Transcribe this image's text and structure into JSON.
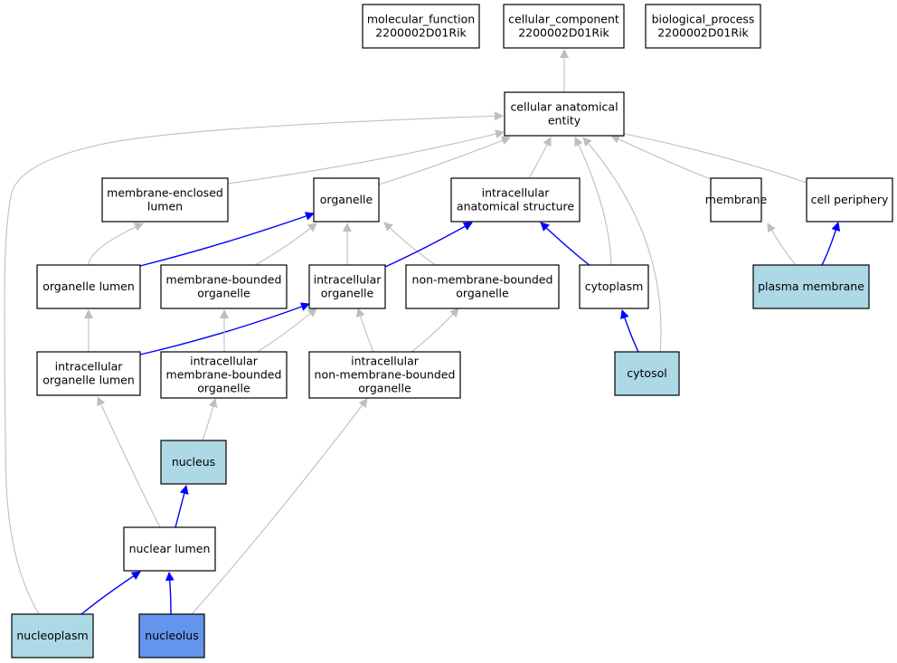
{
  "graph": {
    "colors": {
      "default_fill": "#ffffff",
      "annotated_fill": "#add8e6",
      "selected_fill": "#6495ed",
      "is_a_edge": "#bebebe",
      "part_of_edge": "#0000ff"
    },
    "nodes": [
      {
        "id": "molecular_function",
        "lines": [
          "molecular_function",
          "2200002D01Rik"
        ],
        "style": "default"
      },
      {
        "id": "cellular_component",
        "lines": [
          "cellular_component",
          "2200002D01Rik"
        ],
        "style": "default"
      },
      {
        "id": "biological_process",
        "lines": [
          "biological_process",
          "2200002D01Rik"
        ],
        "style": "default"
      },
      {
        "id": "cellular_anatomical_entity",
        "lines": [
          "cellular anatomical",
          "entity"
        ],
        "style": "default"
      },
      {
        "id": "membrane_enclosed_lumen",
        "lines": [
          "membrane-enclosed",
          "lumen"
        ],
        "style": "default"
      },
      {
        "id": "organelle",
        "lines": [
          "organelle"
        ],
        "style": "default"
      },
      {
        "id": "intracellular_anatomical_structure",
        "lines": [
          "intracellular",
          "anatomical structure"
        ],
        "style": "default"
      },
      {
        "id": "membrane",
        "lines": [
          "membrane"
        ],
        "style": "default"
      },
      {
        "id": "cell_periphery",
        "lines": [
          "cell periphery"
        ],
        "style": "default"
      },
      {
        "id": "organelle_lumen",
        "lines": [
          "organelle lumen"
        ],
        "style": "default"
      },
      {
        "id": "membrane_bounded_organelle",
        "lines": [
          "membrane-bounded",
          "organelle"
        ],
        "style": "default"
      },
      {
        "id": "intracellular_organelle",
        "lines": [
          "intracellular",
          "organelle"
        ],
        "style": "default"
      },
      {
        "id": "non_membrane_bounded_organelle",
        "lines": [
          "non-membrane-bounded",
          "organelle"
        ],
        "style": "default"
      },
      {
        "id": "cytoplasm",
        "lines": [
          "cytoplasm"
        ],
        "style": "default"
      },
      {
        "id": "plasma_membrane",
        "lines": [
          "plasma membrane"
        ],
        "style": "annotated"
      },
      {
        "id": "intracellular_organelle_lumen",
        "lines": [
          "intracellular",
          "organelle lumen"
        ],
        "style": "default"
      },
      {
        "id": "intracellular_membrane_bounded_organelle",
        "lines": [
          "intracellular",
          "membrane-bounded",
          "organelle"
        ],
        "style": "default"
      },
      {
        "id": "intracellular_non_membrane_bounded_organelle",
        "lines": [
          "intracellular",
          "non-membrane-bounded",
          "organelle"
        ],
        "style": "default"
      },
      {
        "id": "cytosol",
        "lines": [
          "cytosol"
        ],
        "style": "annotated"
      },
      {
        "id": "nucleus",
        "lines": [
          "nucleus"
        ],
        "style": "annotated"
      },
      {
        "id": "nuclear_lumen",
        "lines": [
          "nuclear lumen"
        ],
        "style": "default"
      },
      {
        "id": "nucleoplasm",
        "lines": [
          "nucleoplasm"
        ],
        "style": "annotated"
      },
      {
        "id": "nucleolus",
        "lines": [
          "nucleolus"
        ],
        "style": "selected"
      }
    ],
    "edges": [
      {
        "from": "cellular_anatomical_entity",
        "to": "cellular_component",
        "type": "is_a"
      },
      {
        "from": "membrane_enclosed_lumen",
        "to": "cellular_anatomical_entity",
        "type": "is_a"
      },
      {
        "from": "organelle",
        "to": "cellular_anatomical_entity",
        "type": "is_a"
      },
      {
        "from": "intracellular_anatomical_structure",
        "to": "cellular_anatomical_entity",
        "type": "is_a"
      },
      {
        "from": "membrane",
        "to": "cellular_anatomical_entity",
        "type": "is_a"
      },
      {
        "from": "cell_periphery",
        "to": "cellular_anatomical_entity",
        "type": "is_a"
      },
      {
        "from": "cytoplasm",
        "to": "cellular_anatomical_entity",
        "type": "is_a"
      },
      {
        "from": "cytosol",
        "to": "cellular_anatomical_entity",
        "type": "is_a"
      },
      {
        "from": "nucleoplasm",
        "to": "cellular_anatomical_entity",
        "type": "is_a"
      },
      {
        "from": "organelle_lumen",
        "to": "membrane_enclosed_lumen",
        "type": "is_a"
      },
      {
        "from": "organelle_lumen",
        "to": "organelle",
        "type": "part_of"
      },
      {
        "from": "membrane_bounded_organelle",
        "to": "organelle",
        "type": "is_a"
      },
      {
        "from": "intracellular_organelle",
        "to": "organelle",
        "type": "is_a"
      },
      {
        "from": "non_membrane_bounded_organelle",
        "to": "organelle",
        "type": "is_a"
      },
      {
        "from": "intracellular_organelle",
        "to": "intracellular_anatomical_structure",
        "type": "part_of"
      },
      {
        "from": "cytoplasm",
        "to": "intracellular_anatomical_structure",
        "type": "part_of"
      },
      {
        "from": "plasma_membrane",
        "to": "membrane",
        "type": "is_a"
      },
      {
        "from": "plasma_membrane",
        "to": "cell_periphery",
        "type": "part_of"
      },
      {
        "from": "intracellular_organelle_lumen",
        "to": "organelle_lumen",
        "type": "is_a"
      },
      {
        "from": "intracellular_organelle_lumen",
        "to": "intracellular_organelle",
        "type": "part_of"
      },
      {
        "from": "intracellular_membrane_bounded_organelle",
        "to": "membrane_bounded_organelle",
        "type": "is_a"
      },
      {
        "from": "intracellular_membrane_bounded_organelle",
        "to": "intracellular_organelle",
        "type": "is_a"
      },
      {
        "from": "intracellular_non_membrane_bounded_organelle",
        "to": "intracellular_organelle",
        "type": "is_a"
      },
      {
        "from": "intracellular_non_membrane_bounded_organelle",
        "to": "non_membrane_bounded_organelle",
        "type": "is_a"
      },
      {
        "from": "cytosol",
        "to": "cytoplasm",
        "type": "part_of"
      },
      {
        "from": "nucleus",
        "to": "intracellular_membrane_bounded_organelle",
        "type": "is_a"
      },
      {
        "from": "nuclear_lumen",
        "to": "intracellular_organelle_lumen",
        "type": "is_a"
      },
      {
        "from": "nuclear_lumen",
        "to": "nucleus",
        "type": "part_of"
      },
      {
        "from": "nucleoplasm",
        "to": "nuclear_lumen",
        "type": "part_of"
      },
      {
        "from": "nucleolus",
        "to": "nuclear_lumen",
        "type": "part_of"
      },
      {
        "from": "nucleolus",
        "to": "intracellular_non_membrane_bounded_organelle",
        "type": "is_a"
      }
    ]
  }
}
